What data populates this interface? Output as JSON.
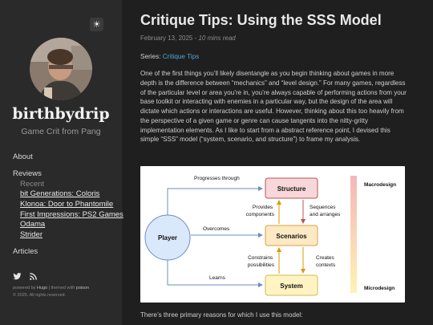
{
  "sidebar": {
    "theme_toggle_icon": "sun-icon",
    "avatar_icon": "avatar-photo",
    "site_title": "birthbydrip",
    "site_subtitle": "Game Crit from Pang",
    "nav": {
      "about": "About",
      "reviews": "Reviews",
      "recent_label": "Recent",
      "recent_items": [
        "bit Generations: Coloris",
        "Klonoa: Door to Phantomile",
        "First Impressions: PS2 Games",
        "Odama",
        "Strider"
      ],
      "articles": "Articles"
    },
    "social_icons": [
      "twitter-icon",
      "rss-icon"
    ],
    "footer": {
      "powered_prefix": "powered by ",
      "hugo": "Hugo",
      "themed_with": " | themed with ",
      "poison": "poison",
      "copyright": "© 2025. All rights reserved."
    }
  },
  "post": {
    "title": "Critique Tips: Using the SSS Model",
    "date": "February 13, 2025",
    "separator": " - ",
    "read_time": "10 mins read",
    "series_label": "Series: ",
    "series_link": "Critique Tips",
    "paragraph": "One of the first things you’ll likely disentangle as you begin thinking about games in more depth is the difference between “mechanics” and “level design.” For many games, regardless of the particular level or area you’re in, you’re always capable of performing actions from your base toolkit or interacting with enemies in a particular way, but the design of the area will dictate which actions or interactions are useful. However, thinking about this too heavily from the perspective of a given game or genre can cause tangents into the nitty-gritty implementation elements. As I like to start from a abstract reference point, I devised this simple “SSS” model (“system, scenario, and structure”) to frame my analysis.",
    "paragraph_after": "There’s three primary reasons for which I use this model:"
  },
  "diagram": {
    "player": "Player",
    "structure": "Structure",
    "scenarios": "Scenarios",
    "system": "System",
    "macrodesign": "Macrodesign",
    "microdesign": "Microdesign",
    "edges": {
      "progresses_through": "Progresses through",
      "overcomes": "Overcomes",
      "learns": "Learns",
      "provides_1": "Provides",
      "provides_2": "components",
      "sequences_1": "Sequences",
      "sequences_2": "and arranges",
      "constrains_1": "Constrains",
      "constrains_2": "possibilities",
      "creates_1": "Creates",
      "creates_2": "contexts"
    },
    "colors": {
      "structure_fill": "#f8d7da",
      "structure_stroke": "#b85450",
      "scenarios_fill": "#fde9c4",
      "scenarios_stroke": "#d6a23a",
      "system_fill": "#fff4c2",
      "system_stroke": "#d6b656",
      "player_fill": "#dae8fc",
      "player_stroke": "#6c8ebf",
      "arrow_blue": "#6c8ebf",
      "arrow_red": "#b85450",
      "arrow_orange": "#d79b00",
      "gradient_top": "#f3b7b9",
      "gradient_bottom": "#fff2b3"
    }
  }
}
